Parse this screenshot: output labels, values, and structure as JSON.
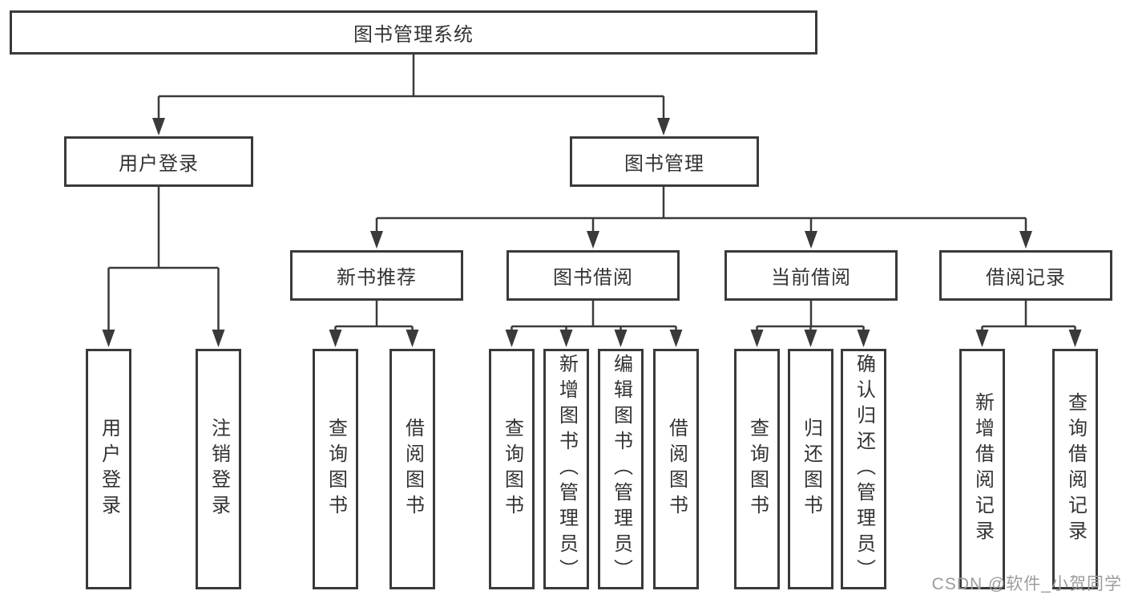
{
  "tree": {
    "label": "图书管理系统",
    "children": [
      {
        "label": "用户登录",
        "children": [
          {
            "label": "用户登录"
          },
          {
            "label": "注销登录"
          }
        ]
      },
      {
        "label": "图书管理",
        "children": [
          {
            "label": "新书推荐",
            "children": [
              {
                "label": "查询图书"
              },
              {
                "label": "借阅图书"
              }
            ]
          },
          {
            "label": "图书借阅",
            "children": [
              {
                "label": "查询图书"
              },
              {
                "label": "新增图书（管理员）"
              },
              {
                "label": "编辑图书（管理员）"
              },
              {
                "label": "借阅图书"
              }
            ]
          },
          {
            "label": "当前借阅",
            "children": [
              {
                "label": "查询图书"
              },
              {
                "label": "归还图书"
              },
              {
                "label": "确认归还（管理员）"
              }
            ]
          },
          {
            "label": "借阅记录",
            "children": [
              {
                "label": "新增借阅记录"
              },
              {
                "label": "查询借阅记录"
              }
            ]
          }
        ]
      }
    ]
  },
  "watermark": {
    "text": "CSDN @软件_小贺同学"
  },
  "colors": {
    "line": "#3a3a3a",
    "text": "#333333",
    "watermark": "#9c9c9c",
    "background": "#ffffff"
  }
}
